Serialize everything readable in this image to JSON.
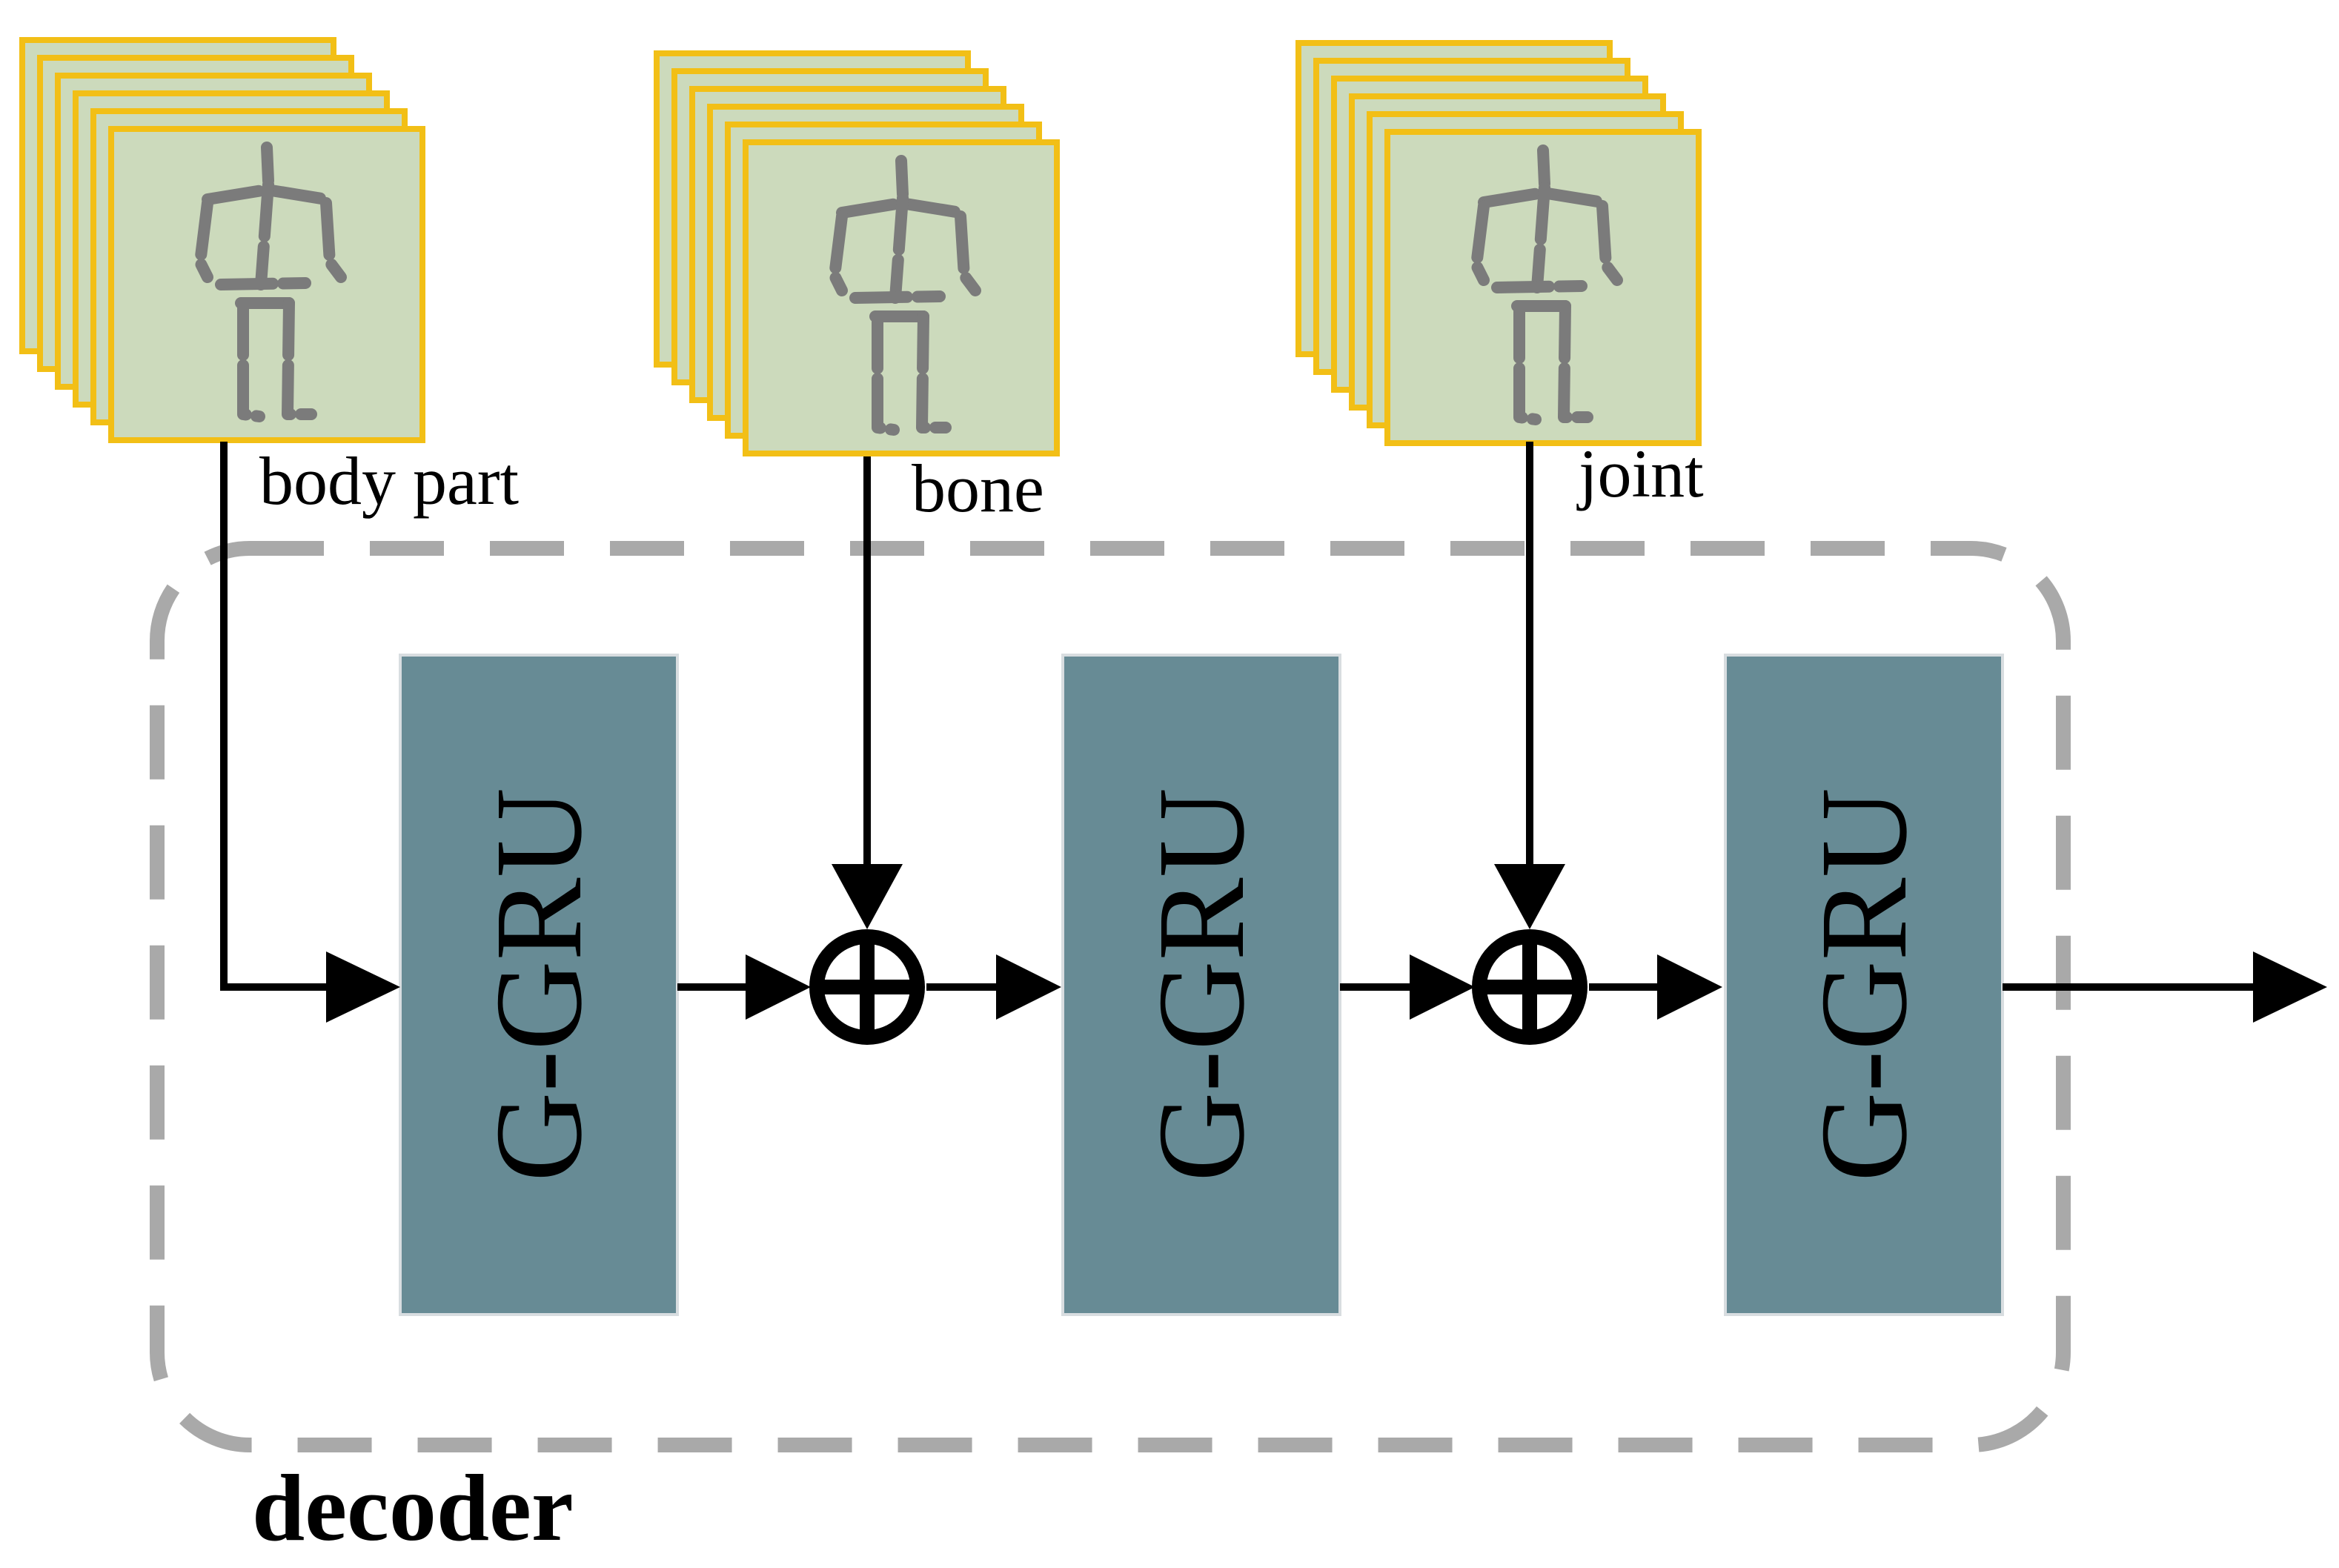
{
  "inputs": [
    {
      "id": "body-part",
      "label": "body part"
    },
    {
      "id": "bone",
      "label": "bone"
    },
    {
      "id": "joint",
      "label": "joint"
    }
  ],
  "blocks": [
    {
      "id": "gru-1",
      "label": "G-GRU"
    },
    {
      "id": "gru-2",
      "label": "G-GRU"
    },
    {
      "id": "gru-3",
      "label": "G-GRU"
    }
  ],
  "container": {
    "label": "decoder"
  },
  "colors": {
    "frame_border": "#f2bf16",
    "frame_fill": "#ccdabc",
    "skeleton": "#7b7b7b",
    "block_fill": "#678b95",
    "dash": "#a9a9a9",
    "arrow": "#000000"
  }
}
